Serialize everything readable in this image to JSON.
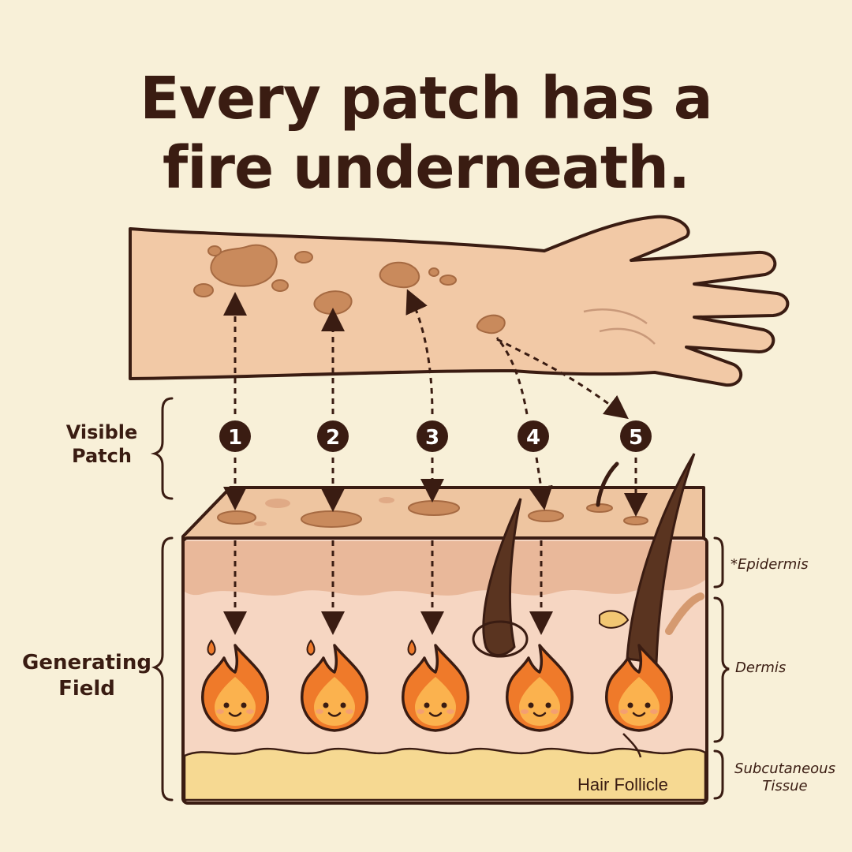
{
  "title": {
    "line1": "Every patch has a",
    "line2": "fire underneath."
  },
  "labels": {
    "visible_patch_line1": "Visible",
    "visible_patch_line2": "Patch",
    "generating_field_line1": "Generating",
    "generating_field_line2": "Field",
    "epidermis": "*Epidermis",
    "dermis": "Dermis",
    "subcutaneous_line1": "Subcutaneous",
    "subcutaneous_line2": "Tissue",
    "hair_follicle": "Hair Follicle"
  },
  "markers": [
    "1",
    "2",
    "3",
    "4",
    "5"
  ],
  "colors": {
    "background": "#f8f0d8",
    "ink": "#3a1c12",
    "skin": "#f2c9a6",
    "patch": "#c98a5c",
    "epidermis": "#e9b89a",
    "dermis": "#f6d6c2",
    "subcutaneous": "#f6d992",
    "flame_outer": "#ef7a2a",
    "flame_inner": "#fbb24e"
  },
  "icons": [
    "arm-illustration",
    "skin-block-illustration",
    "flame-icon",
    "hair-icon",
    "dashed-arrow-icon",
    "number-marker-icon"
  ]
}
